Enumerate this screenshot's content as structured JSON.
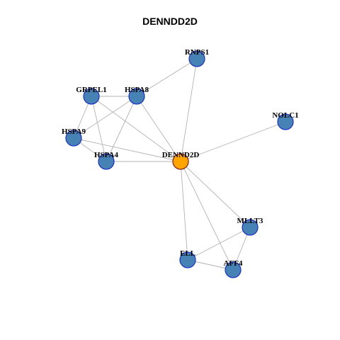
{
  "graph": {
    "title": "DENNDD2D",
    "colors": {
      "node_fill": "#4682b4",
      "node_stroke": "#1b2fcf",
      "center_fill": "#ffa500",
      "center_stroke": "#8b1a1a",
      "edge": "#b3b3b3"
    },
    "nodes": [
      {
        "id": "RNPS1",
        "label": "RNPS1",
        "center": false
      },
      {
        "id": "GRPEL1",
        "label": "GRPEL1",
        "center": false
      },
      {
        "id": "HSPA8",
        "label": "HSPA8",
        "center": false
      },
      {
        "id": "NOLC1",
        "label": "NOLC1",
        "center": false
      },
      {
        "id": "HSPA9",
        "label": "HSPA9",
        "center": false
      },
      {
        "id": "HSPA4",
        "label": "HSPA4",
        "center": false
      },
      {
        "id": "DENND2D",
        "label": "DENND2D",
        "center": true
      },
      {
        "id": "MLLT3",
        "label": "MLLT3",
        "center": false
      },
      {
        "id": "ELL",
        "label": "ELL",
        "center": false
      },
      {
        "id": "AFF4",
        "label": "AFF4",
        "center": false
      }
    ],
    "edges": [
      [
        "RNPS1",
        "HSPA8"
      ],
      [
        "RNPS1",
        "DENND2D"
      ],
      [
        "GRPEL1",
        "HSPA8"
      ],
      [
        "GRPEL1",
        "HSPA9"
      ],
      [
        "GRPEL1",
        "HSPA4"
      ],
      [
        "GRPEL1",
        "DENND2D"
      ],
      [
        "HSPA8",
        "HSPA9"
      ],
      [
        "HSPA8",
        "HSPA4"
      ],
      [
        "HSPA8",
        "DENND2D"
      ],
      [
        "HSPA9",
        "HSPA4"
      ],
      [
        "HSPA9",
        "DENND2D"
      ],
      [
        "HSPA4",
        "DENND2D"
      ],
      [
        "NOLC1",
        "DENND2D"
      ],
      [
        "DENND2D",
        "MLLT3"
      ],
      [
        "DENND2D",
        "ELL"
      ],
      [
        "DENND2D",
        "AFF4"
      ],
      [
        "MLLT3",
        "ELL"
      ],
      [
        "MLLT3",
        "AFF4"
      ],
      [
        "ELL",
        "AFF4"
      ]
    ]
  }
}
